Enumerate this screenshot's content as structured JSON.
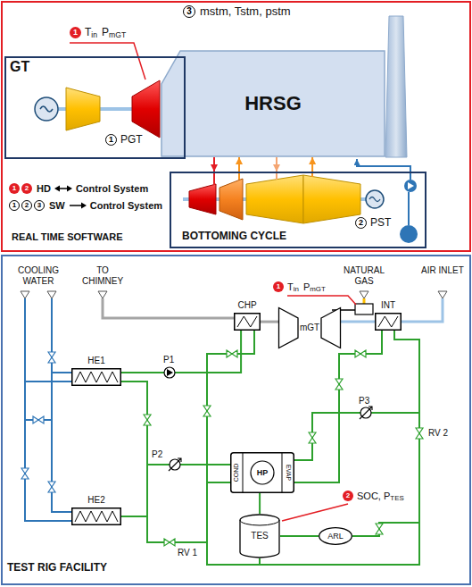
{
  "diagram": {
    "nodes": [
      {
        "text": [
          "REAL TIME SOFTWARE"
        ]
      },
      {
        "text": [
          "GT"
        ],
        "in": 0
      },
      {
        "text": [
          "HRSG"
        ],
        "in": 0
      },
      {
        "text": [
          "BOTTOMING CYCLE"
        ],
        "in": 0
      },
      {
        "text": [
          "TEST RIG FACILITY"
        ]
      },
      {
        "text": [
          "CHP"
        ],
        "in": 4
      },
      {
        "text": [
          "mGT"
        ],
        "in": 4
      },
      {
        "text": [
          "INT"
        ],
        "in": 4
      },
      {
        "text": [
          "HE1"
        ],
        "in": 4
      },
      {
        "text": [
          "HP",
          "COND",
          "EVAP"
        ],
        "in": 4
      },
      {
        "text": [
          "HE2"
        ],
        "in": 4
      },
      {
        "text": [
          "TES"
        ],
        "in": 4
      },
      {
        "text": [
          "ARL"
        ],
        "in": 4
      }
    ],
    "edges": [
      {
        "from": 2,
        "to": 3,
        "arrow": "to"
      },
      {
        "from": 3,
        "to": 2,
        "arrow": "to"
      },
      {
        "from": 2,
        "to": 3,
        "arrow": "to"
      },
      {
        "from": 3,
        "to": 2,
        "arrow": "to"
      },
      {
        "from": 8,
        "to": 5,
        "arrow": "none"
      },
      {
        "from": 6,
        "to": 5,
        "arrow": "none"
      },
      {
        "from": 7,
        "to": 6,
        "arrow": "none"
      },
      {
        "from": 9,
        "to": 11,
        "arrow": "none"
      },
      {
        "from": 11,
        "to": 12,
        "arrow": "none"
      }
    ],
    "labels": [
      "1",
      "T",
      "in",
      "P",
      "mGT",
      "3",
      "mstm, Tstm, pstm",
      "1",
      "PGT",
      "1",
      "2",
      "HD",
      "Control System",
      "1",
      "2",
      "3",
      "SW",
      "Control System",
      "2",
      "PST",
      "COOLING WATER",
      "TO CHIMNEY",
      "NATURAL GAS",
      "AIR INLET",
      "1",
      "T",
      "in",
      "P",
      "mGT",
      "P1",
      "P2",
      "P3",
      "RV 2",
      "RV 1",
      "2",
      "SOC, P",
      "TES"
    ]
  }
}
